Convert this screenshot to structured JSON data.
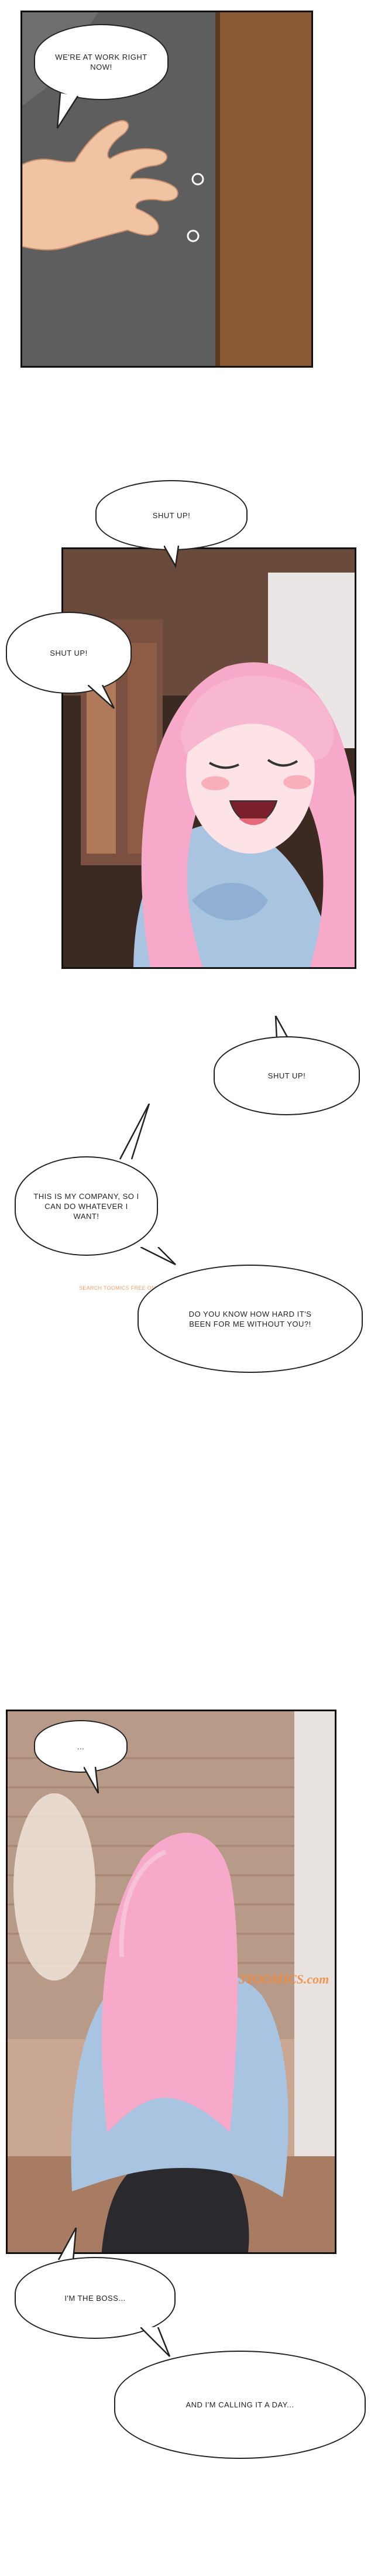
{
  "panels": {
    "panel1": {
      "bubble": "WE'RE AT WORK RIGHT NOW!"
    },
    "panel2": {
      "bubble_top": "SHUT UP!",
      "bubble_left": "SHUT UP!"
    },
    "floating": {
      "shut_up": "SHUT UP!",
      "company": "THIS IS MY COMPANY, SO I CAN DO WHATEVER I WANT!",
      "hard": "DO YOU KNOW HOW HARD IT'S BEEN FOR ME WITHOUT YOU?!"
    },
    "panel3": {
      "ellipsis": "...",
      "watermark_logo": "3TOOMICS.com"
    },
    "final": {
      "boss": "I'M THE BOSS...",
      "calling": "AND I'M CALLING IT A DAY..."
    }
  },
  "watermark_text": "SEARCH TOOMICS FREE ONLINE ON GOOGLE TO READ FREE MANTA!",
  "colors": {
    "door": "#8a5a34",
    "carpet": "#5a5a5a",
    "hair_pink": "#f6a9c8",
    "blouse": "#a8c4e0",
    "skirt": "#2a2a2e",
    "office_wall": "#caa58b"
  }
}
